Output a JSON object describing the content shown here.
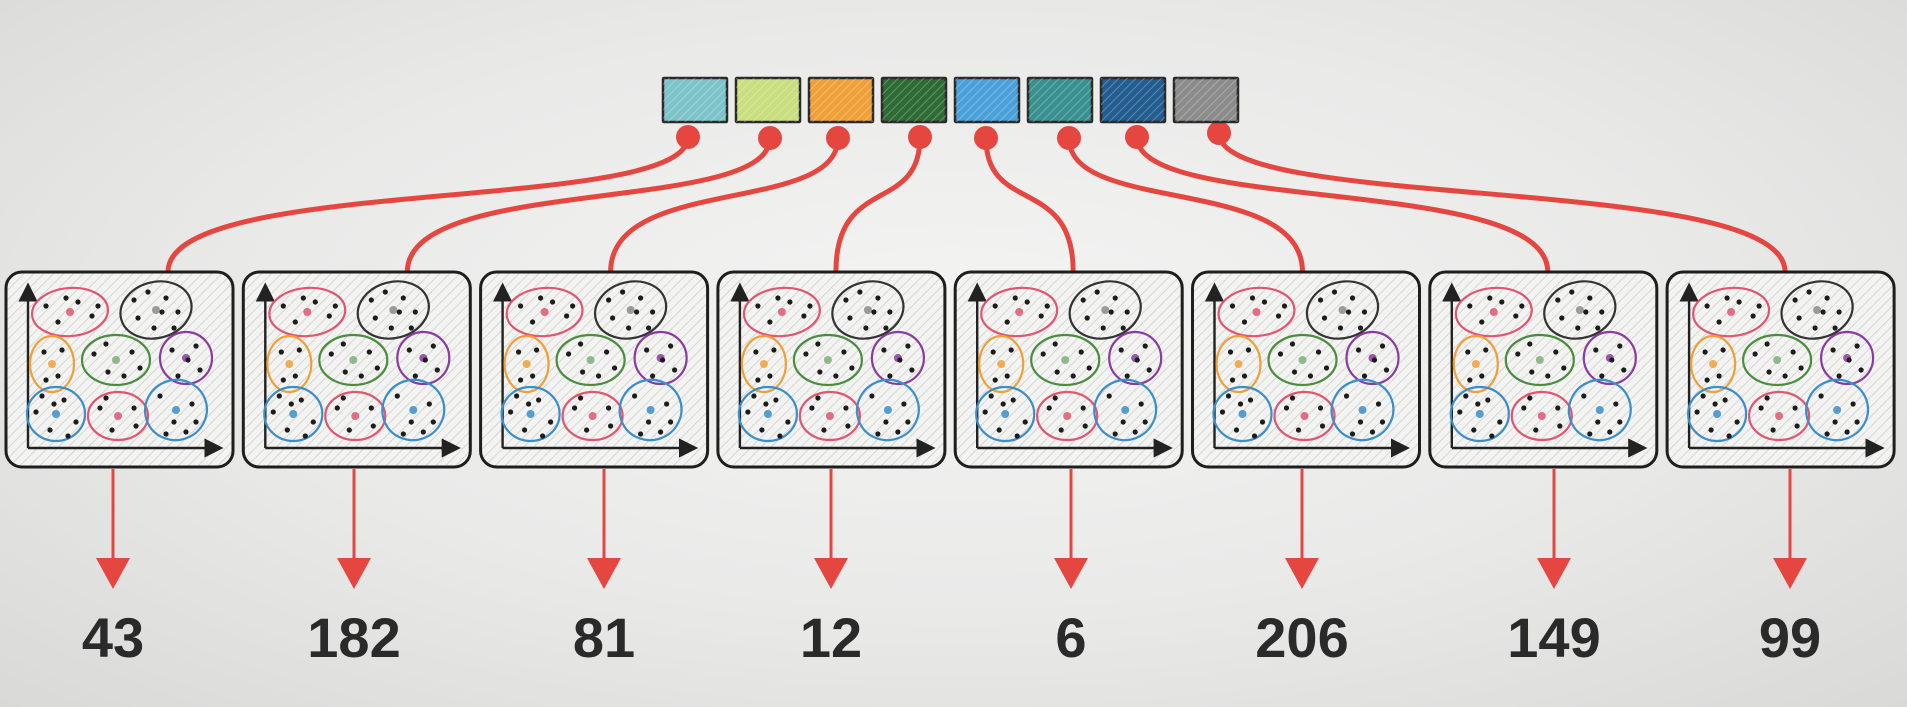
{
  "codebook": {
    "colors": [
      "#7cc4c9",
      "#c9de7f",
      "#f0a03a",
      "#2f6b35",
      "#4ba0d9",
      "#3a8f8f",
      "#215d8f",
      "#8b8b8b"
    ]
  },
  "accent_color": "#e64640",
  "cluster_colors": {
    "pink": "#e05570",
    "dark": "#333333",
    "orange": "#f0a03a",
    "green": "#4b8d3f",
    "purple": "#8a3aa0",
    "blue": "#3a8ec9"
  },
  "outputs": [
    {
      "index": 0,
      "label": "43"
    },
    {
      "index": 1,
      "label": "182"
    },
    {
      "index": 2,
      "label": "81"
    },
    {
      "index": 3,
      "label": "12"
    },
    {
      "index": 4,
      "label": "6"
    },
    {
      "index": 5,
      "label": "206"
    },
    {
      "index": 6,
      "label": "149"
    },
    {
      "index": 7,
      "label": "99"
    }
  ]
}
